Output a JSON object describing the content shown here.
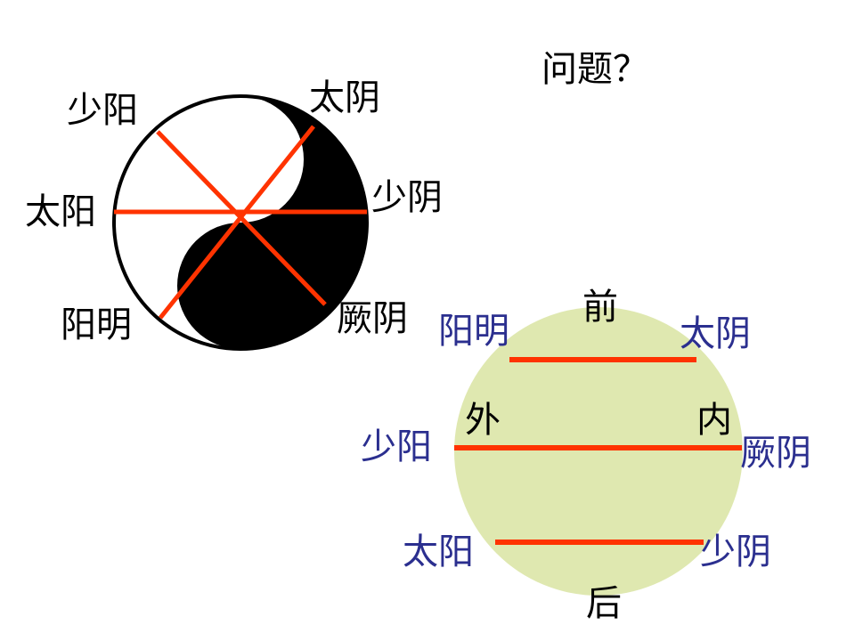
{
  "title": "问题？",
  "colors": {
    "red_line": "#ff3300",
    "circle_fill": "#dfe8b0",
    "label_blue": "#2b2f8f",
    "yin_black": "#000000"
  },
  "taiji_diagram": {
    "labels": {
      "shaoyang": "少阳",
      "taiyin": "太阴",
      "taiyang": "太阳",
      "shaoyin": "少阴",
      "yangming": "阳明",
      "jueyin": "厥阴"
    }
  },
  "round_diagram": {
    "labels": {
      "front": "前",
      "back": "后",
      "outer": "外",
      "inner": "内",
      "yangming": "阳明",
      "taiyin": "太阴",
      "shaoyang": "少阳",
      "jueyin": "厥阴",
      "taiyang": "太阳",
      "shaoyin": "少阴"
    }
  }
}
